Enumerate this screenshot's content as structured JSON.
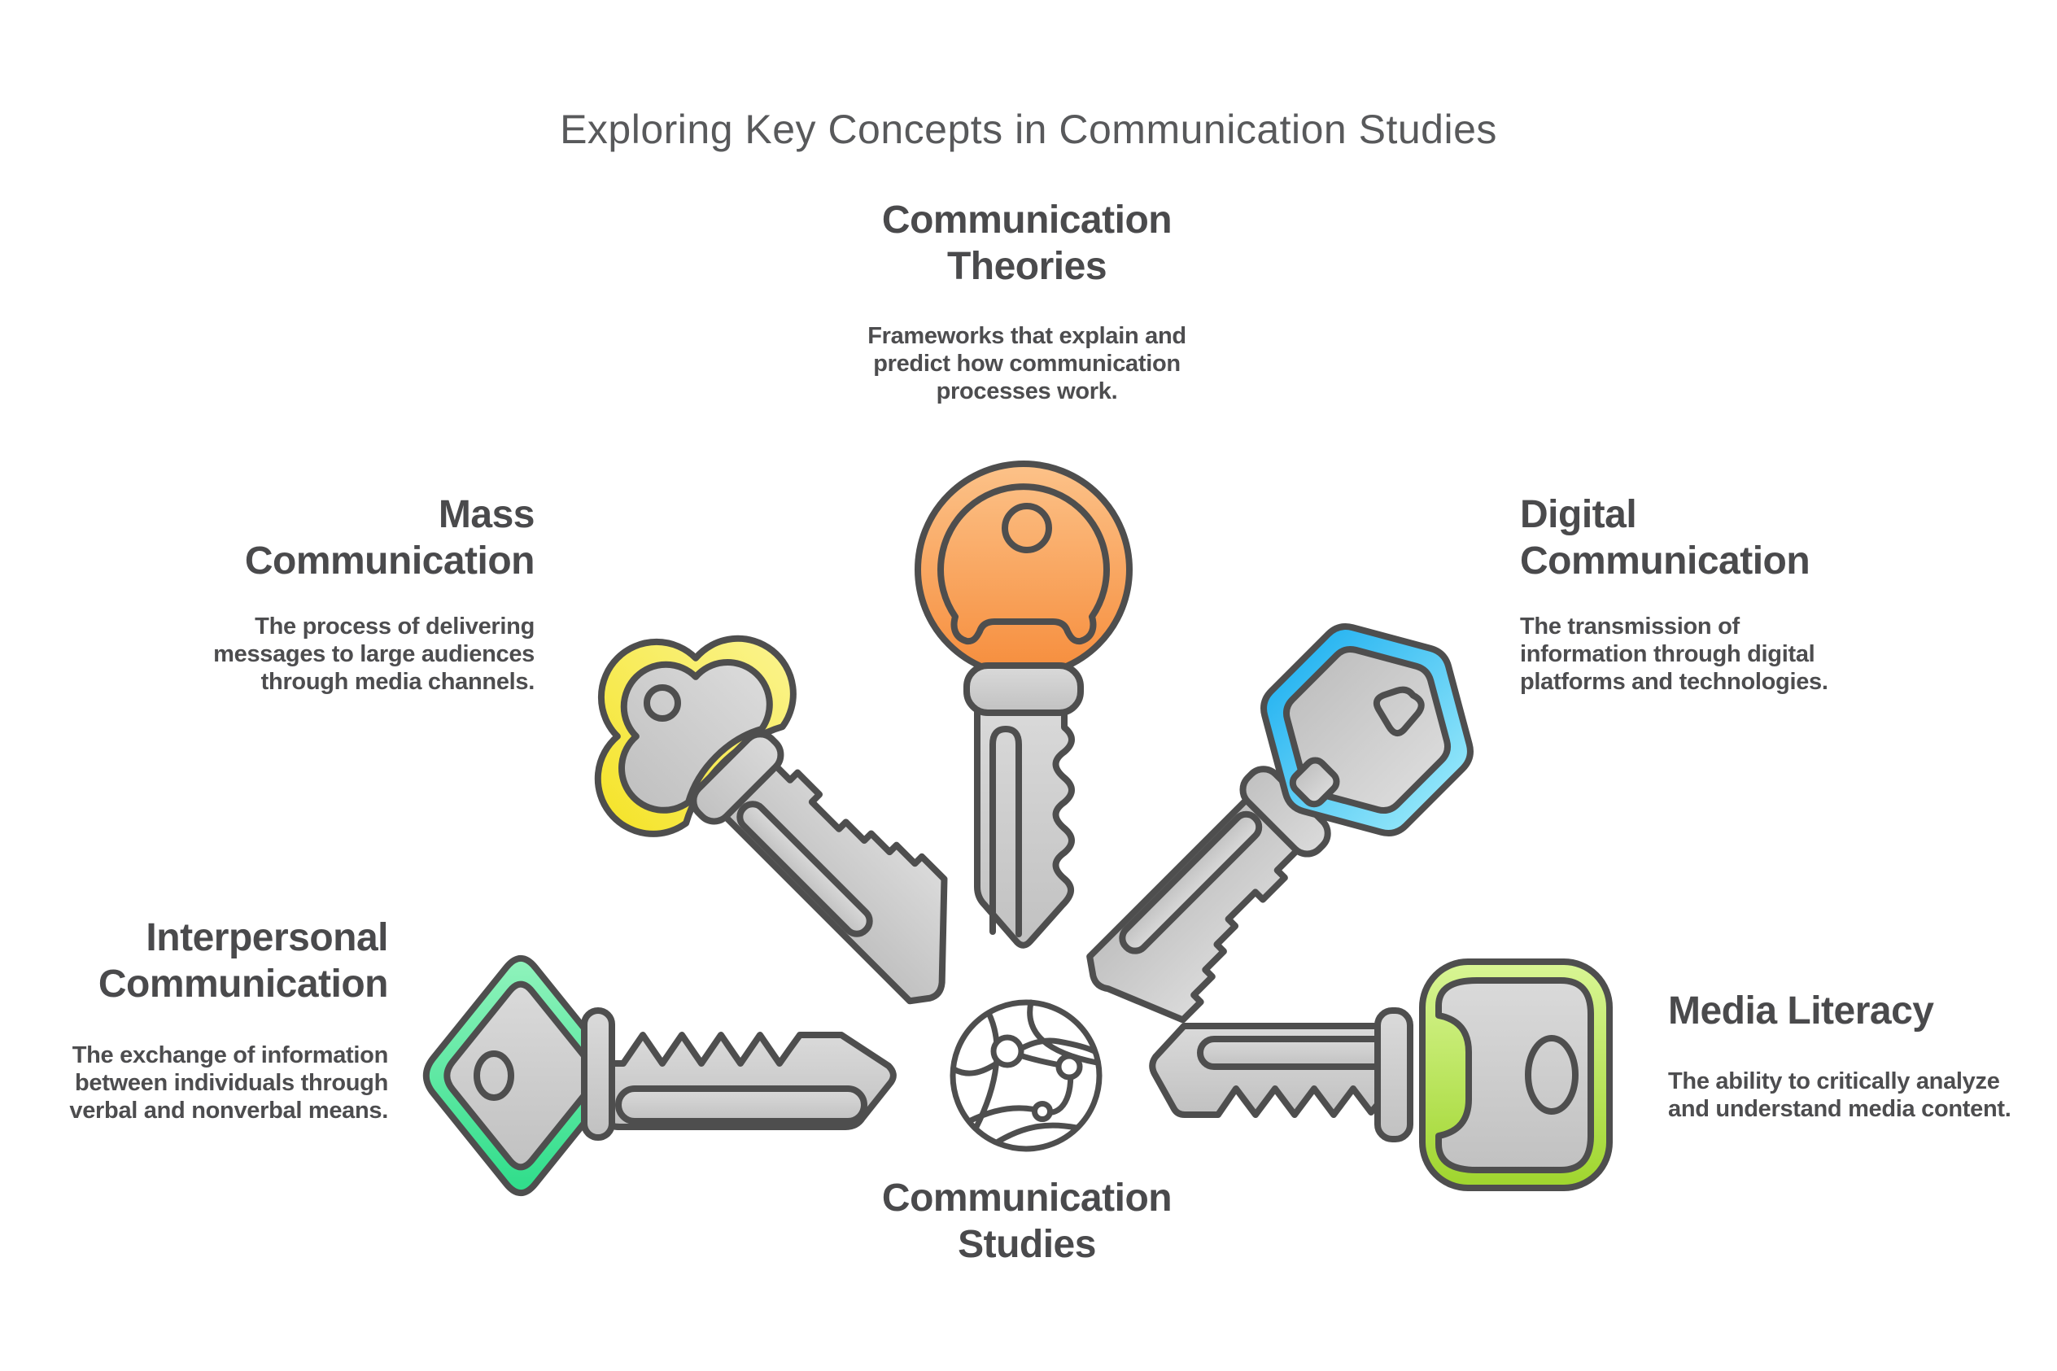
{
  "title": "Exploring Key Concepts in Communication Studies",
  "center": {
    "icon": "globe-network-icon",
    "label": "Communication\nStudies"
  },
  "concepts": [
    {
      "name": "Communication Theories",
      "heading": "Communication\nTheories",
      "description": "Frameworks that explain and\npredict how communication\nprocesses work.",
      "key_style": "round-head-key",
      "colors": {
        "light": "#fcc289",
        "dark": "#f68d3c",
        "accent": "#f79a4d"
      }
    },
    {
      "name": "Mass Communication",
      "heading": "Mass\nCommunication",
      "description": "The process of delivering\nmessages to large audiences\nthrough media channels.",
      "key_style": "clover-head-key",
      "colors": {
        "light": "#faf388",
        "dark": "#f5e42d"
      }
    },
    {
      "name": "Digital Communication",
      "heading": "Digital\nCommunication",
      "description": "The transmission of\ninformation through digital\nplatforms and technologies.",
      "key_style": "hexagon-head-key",
      "colors": {
        "light": "#8ee4f9",
        "dark": "#2bb6f2"
      }
    },
    {
      "name": "Interpersonal Communication",
      "heading": "Interpersonal\nCommunication",
      "description": "The exchange of information\nbetween individuals through\nverbal and nonverbal means.",
      "key_style": "diamond-head-key",
      "colors": {
        "light": "#90f3bc",
        "dark": "#2edd8a"
      }
    },
    {
      "name": "Media Literacy",
      "heading": "Media Literacy",
      "description": "The ability to critically analyze\nand understand media content.",
      "key_style": "barrel-head-key",
      "colors": {
        "light": "#d9f695",
        "dark": "#9fd52d"
      }
    }
  ],
  "palette": {
    "background": "#ffffff",
    "outline": "#4e4e4e",
    "metal_light": "#dadada",
    "metal_dark": "#c1c1c1",
    "title_text": "#58595b",
    "heading_text": "#4a4a4c",
    "body_text": "#4d4d4f"
  }
}
